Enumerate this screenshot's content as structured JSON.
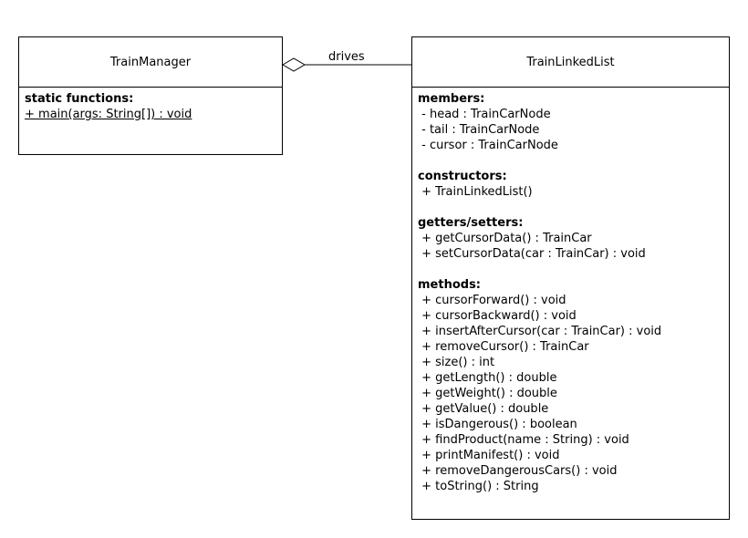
{
  "diagram": {
    "classes": [
      {
        "name": "TrainManager",
        "sections": [
          {
            "title": "static functions:",
            "items": [
              "+ main(args: String[]) : void"
            ],
            "underline": true
          }
        ]
      },
      {
        "name": "TrainLinkedList",
        "sections": [
          {
            "title": "members:",
            "items": [
              " - head : TrainCarNode",
              " - tail : TrainCarNode",
              " - cursor : TrainCarNode"
            ]
          },
          {
            "title": "constructors:",
            "items": [
              " + TrainLinkedList()"
            ]
          },
          {
            "title": "getters/setters:",
            "items": [
              " + getCursorData() : TrainCar",
              " + setCursorData(car : TrainCar) : void"
            ]
          },
          {
            "title": "methods:",
            "items": [
              " + cursorForward() : void",
              " + cursorBackward() : void",
              " + insertAfterCursor(car : TrainCar) : void",
              " + removeCursor() : TrainCar",
              " + size() : int",
              " + getLength() : double",
              " + getWeight() : double",
              " + getValue() : double",
              " + isDangerous() : boolean",
              " + findProduct(name : String) : void",
              " + printManifest() : void",
              " + removeDangerousCars() : void",
              " + toString() : String"
            ]
          }
        ]
      }
    ],
    "association": {
      "label": "drives",
      "type": "aggregation"
    }
  }
}
